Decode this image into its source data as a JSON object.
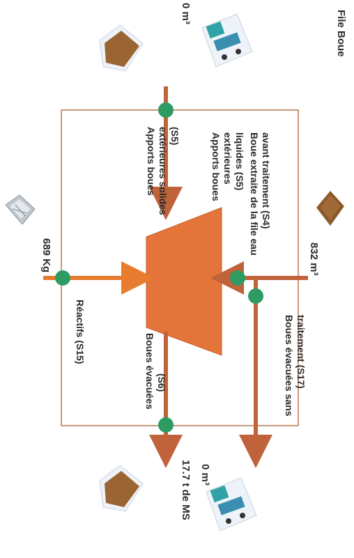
{
  "title": "File Boue",
  "colors": {
    "flow": "#c0623a",
    "reagent": "#e77b2e",
    "node": "#2e9b63",
    "box": "#b9754a",
    "process": "#e4753a"
  },
  "icons": {
    "top_truck": "truck-icon",
    "top_pile": "sludge-pile-icon",
    "right_pile": "sludge-pile-icon",
    "left_bag": "reagent-bag-icon",
    "bottom_truck": "truck-icon",
    "bottom_pile": "sludge-pile-icon"
  },
  "quantities": {
    "external_in": "0 m³",
    "extracted_in": "832 m³",
    "reagents_in": "689 Kg",
    "untreated_out": "0 m³",
    "evacuated_out": "17.7 t de MS"
  },
  "flows": {
    "s4": [
      "Boue extraite de la file eau",
      "avant traitement (S4)"
    ],
    "s5_liquid": [
      "Apports boues",
      "extérieures",
      "liquides (S5)"
    ],
    "s5_solid": [
      "Apports boues",
      "extérieures solides",
      "(S5)"
    ],
    "s17": [
      "Boues évacuées sans",
      "traitement (S17)"
    ],
    "s6": [
      "Boues évacuées",
      "(S6)"
    ],
    "s15": "Réactifs (S15)"
  }
}
